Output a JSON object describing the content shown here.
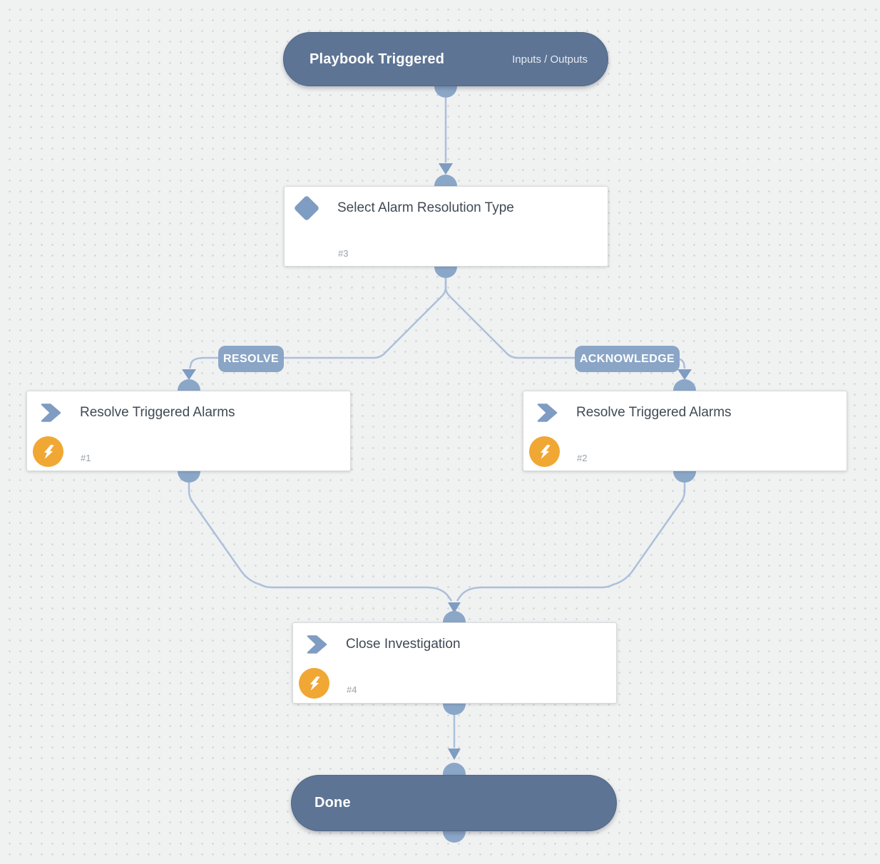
{
  "colors": {
    "canvas_bg": "#f0f1f1",
    "dot_grid": "#d2d5d5",
    "pill_bg": "#5d7495",
    "line_blue": "#abc0da",
    "arrow_blue": "#7f9cc2",
    "port_blue": "#8ba7c8",
    "branch_label_bg": "#8aa5c6",
    "bolt_orange": "#f0a734",
    "card_title_text": "#3f4a55",
    "card_number_text": "#99a1a8"
  },
  "start_node": {
    "title": "Playbook Triggered",
    "io_label": "Inputs / Outputs"
  },
  "decision_node": {
    "title": "Select Alarm Resolution Type",
    "number": "#3",
    "icon": "diamond-icon"
  },
  "branch_labels": {
    "resolve": "RESOLVE",
    "acknowledge": "ACKNOWLEDGE"
  },
  "action_nodes": {
    "resolve_left": {
      "title": "Resolve Triggered Alarms",
      "number": "#1",
      "icon": "chevron-right-icon",
      "badge_icon": "lightning-icon"
    },
    "acknowledge_right": {
      "title": "Resolve Triggered Alarms",
      "number": "#2",
      "icon": "chevron-right-icon",
      "badge_icon": "lightning-icon"
    },
    "close_investigation": {
      "title": "Close Investigation",
      "number": "#4",
      "icon": "chevron-right-icon",
      "badge_icon": "lightning-icon"
    }
  },
  "end_node": {
    "title": "Done"
  }
}
